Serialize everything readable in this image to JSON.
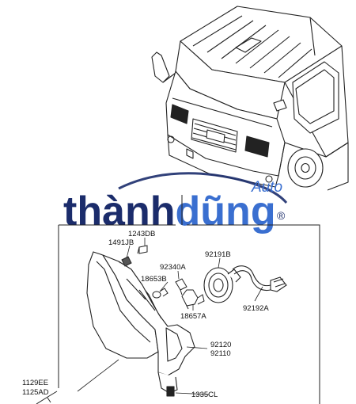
{
  "watermark": {
    "part1": "thành",
    "part2": "dũng",
    "part3": "Auto",
    "registered": "®",
    "color_dark": "#1b2c6b",
    "color_accent": "#3a6fd0"
  },
  "labels": {
    "p1243DB": "1243DB",
    "p1491JB": "1491JB",
    "p92191B": "92191B",
    "p92340A": "92340A",
    "p18653B": "18653B",
    "p18657A": "18657A",
    "p92192A": "92192A",
    "p92120": "92120",
    "p92110": "92110",
    "p1129EE": "1129EE",
    "p1125AD": "1125AD",
    "p1335CL": "1335CL"
  }
}
